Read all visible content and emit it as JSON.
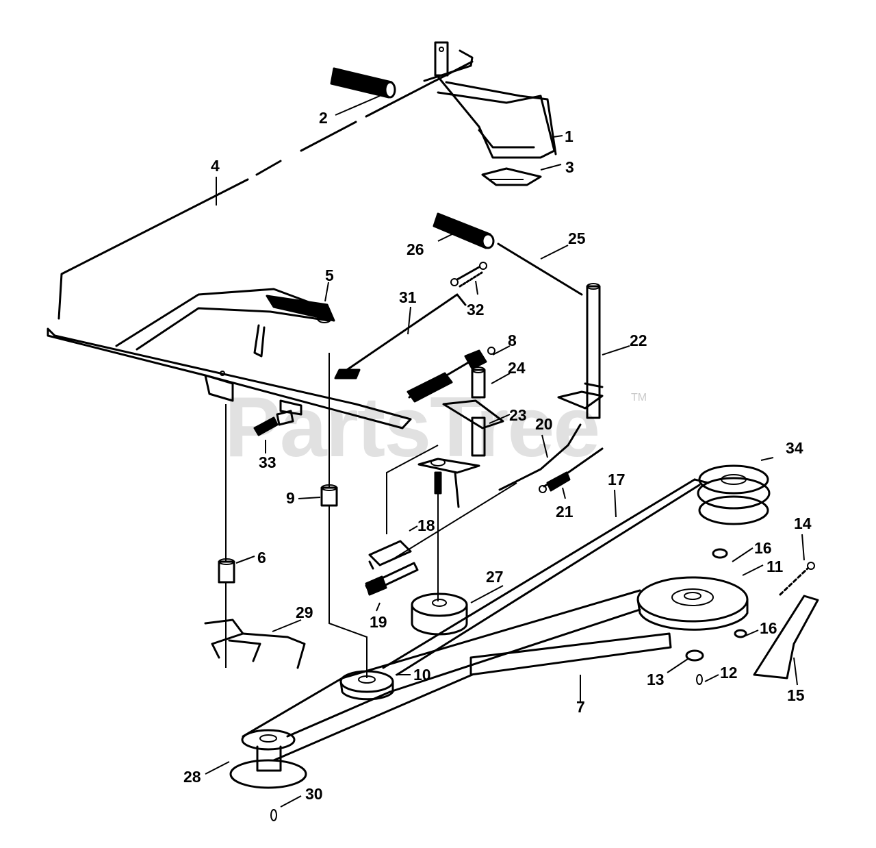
{
  "watermark": {
    "text": "PartsTree",
    "trademark": "TM"
  },
  "callouts": [
    {
      "num": "1"
    },
    {
      "num": "2"
    },
    {
      "num": "3"
    },
    {
      "num": "4"
    },
    {
      "num": "5"
    },
    {
      "num": "6"
    },
    {
      "num": "7"
    },
    {
      "num": "8"
    },
    {
      "num": "9"
    },
    {
      "num": "10"
    },
    {
      "num": "11"
    },
    {
      "num": "12"
    },
    {
      "num": "13"
    },
    {
      "num": "14"
    },
    {
      "num": "15"
    },
    {
      "num": "16"
    },
    {
      "num": "16"
    },
    {
      "num": "17"
    },
    {
      "num": "18"
    },
    {
      "num": "19"
    },
    {
      "num": "20"
    },
    {
      "num": "21"
    },
    {
      "num": "22"
    },
    {
      "num": "23"
    },
    {
      "num": "24"
    },
    {
      "num": "25"
    },
    {
      "num": "26"
    },
    {
      "num": "27"
    },
    {
      "num": "28"
    },
    {
      "num": "29"
    },
    {
      "num": "30"
    },
    {
      "num": "31"
    },
    {
      "num": "32"
    },
    {
      "num": "33"
    },
    {
      "num": "34"
    }
  ]
}
